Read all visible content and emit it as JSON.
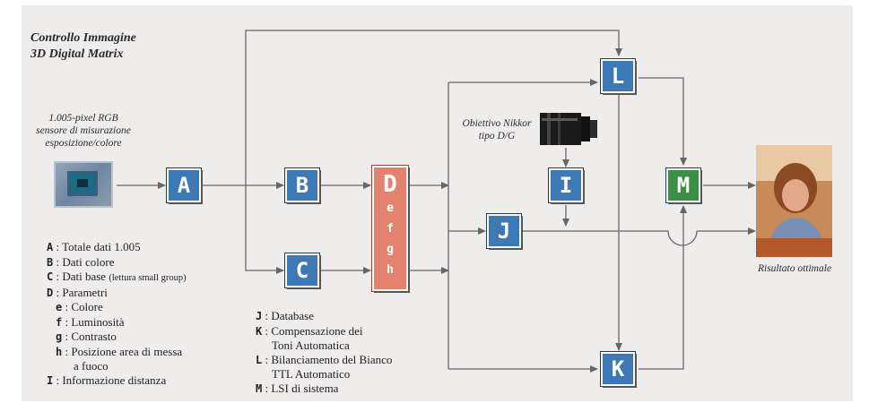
{
  "title": [
    "Controllo Immagine",
    "3D Digital Matrix"
  ],
  "sensor_caption": [
    "1.005-pixel RGB",
    "sensore di misurazione",
    "esposizione/colore"
  ],
  "lens_caption": [
    "Obiettivo Nikkor",
    "tipo D/G"
  ],
  "result_caption": "Risultato ottimale",
  "boxes": {
    "A": "A",
    "B": "B",
    "C": "C",
    "I": "I",
    "J": "J",
    "K": "K",
    "L": "L",
    "M": "M",
    "D": {
      "main": "D",
      "subs": [
        "e",
        "f",
        "g",
        "h"
      ]
    }
  },
  "legend_left": [
    {
      "key": "A",
      "text": ": Totale dati 1.005"
    },
    {
      "key": "B",
      "text": ": Dati colore"
    },
    {
      "key": "C",
      "text": ": Dati base",
      "small": "(lettura small group)"
    },
    {
      "key": "D",
      "text": ": Parametri"
    },
    {
      "key": "e",
      "text": ": Colore"
    },
    {
      "key": "f",
      "text": ": Luminosità"
    },
    {
      "key": "g",
      "text": ": Contrasto"
    },
    {
      "key": "h",
      "text": ": Posizione area di messa",
      "cont": "a fuoco"
    },
    {
      "key": "I",
      "text": ": Informazione distanza"
    }
  ],
  "legend_right": [
    {
      "key": "J",
      "text": ": Database"
    },
    {
      "key": "K",
      "text": ": Compensazione dei",
      "cont": "Toni Automatica"
    },
    {
      "key": "L",
      "text": ": Bilanciamento del Bianco",
      "cont": "TTL Automatico"
    },
    {
      "key": "M",
      "text": ": LSI di sistema"
    }
  ],
  "colors": {
    "panel": "#efecec",
    "box_blue": "#3d79b5",
    "box_green": "#3a8f45",
    "box_d": "#e3826e",
    "line": "#666666"
  }
}
